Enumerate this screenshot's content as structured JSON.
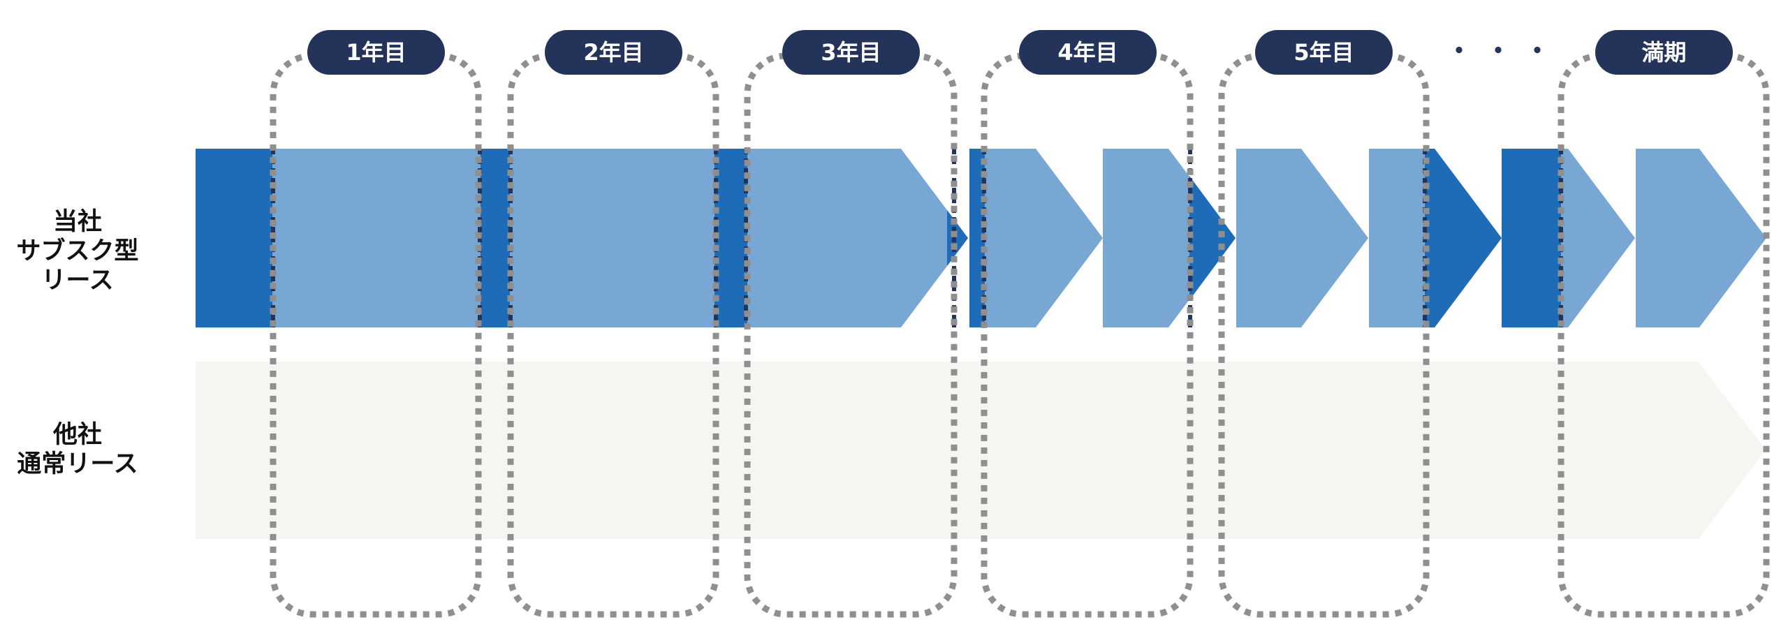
{
  "rows": {
    "own": [
      "当社",
      "サブスク型",
      "リース"
    ],
    "other": [
      "他社",
      "通常リース"
    ]
  },
  "periods": [
    "1年目",
    "2年目",
    "3年目",
    "4年目",
    "5年目",
    "満期"
  ],
  "ellipsis": "・・・",
  "colors": {
    "pill": "#24335a",
    "dark_blue": "#1e6bb8",
    "light_blue": "#78a7d3",
    "grey_band": "#f5f6f2",
    "dotted_frame": "#8f8f8f",
    "separator": "#24335a"
  }
}
